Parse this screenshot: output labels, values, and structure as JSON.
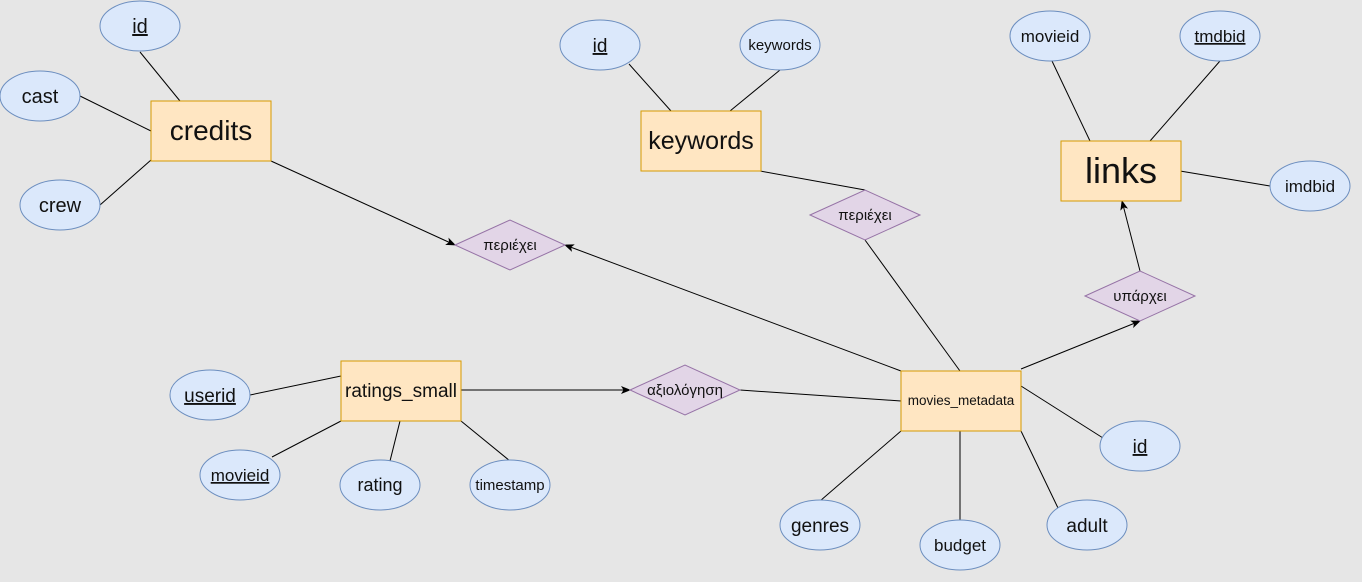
{
  "entities": {
    "credits": "credits",
    "keywords": "keywords",
    "links": "links",
    "ratings_small": "ratings_small",
    "movies_metadata": "movies_metadata"
  },
  "attributes": {
    "credits_id": "id",
    "credits_cast": "cast",
    "credits_crew": "crew",
    "keywords_id": "id",
    "keywords_keywords": "keywords",
    "links_movieid": "movieid",
    "links_tmdbid": "tmdbid",
    "links_imdbid": "imdbid",
    "ratings_userid": "userid",
    "ratings_movieid": "movieid",
    "ratings_rating": "rating",
    "ratings_timestamp": "timestamp",
    "movies_id": "id",
    "movies_genres": "genres",
    "movies_budget": "budget",
    "movies_adult": "adult"
  },
  "relationships": {
    "credits_contains": "περιέχει",
    "keywords_contains": "περιέχει",
    "links_exists": "υπάρχει",
    "ratings_evaluation": "αξιολόγηση"
  },
  "colors": {
    "background": "#e6e6e6",
    "entity_fill": "#ffe6c2",
    "entity_stroke": "#d79b00",
    "attribute_fill": "#dbe8fb",
    "attribute_stroke": "#6c8ebf",
    "relationship_fill": "#e2d5e7",
    "relationship_stroke": "#9673a6"
  }
}
